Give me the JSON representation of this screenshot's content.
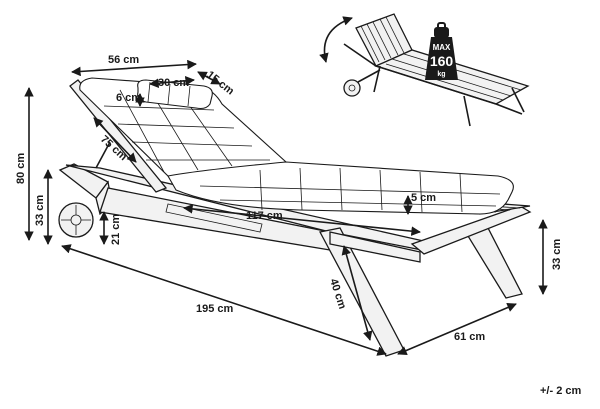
{
  "dimensions": {
    "width_back": "56 cm",
    "pillow_width": "30 cm",
    "pillow_depth": "15 cm",
    "pillow_height": "6 cm",
    "backrest_length": "75 cm",
    "total_height": "80 cm",
    "frame_height_left": "33 cm",
    "wheel_height": "21 cm",
    "seat_length": "117 cm",
    "cushion_thickness": "5 cm",
    "frame_height_right": "33 cm",
    "total_length": "195 cm",
    "leg_length": "40 cm",
    "total_width": "61 cm"
  },
  "badge": {
    "top": "MAX",
    "value": "160",
    "unit": "kg"
  },
  "tolerance": "+/- 2 cm"
}
